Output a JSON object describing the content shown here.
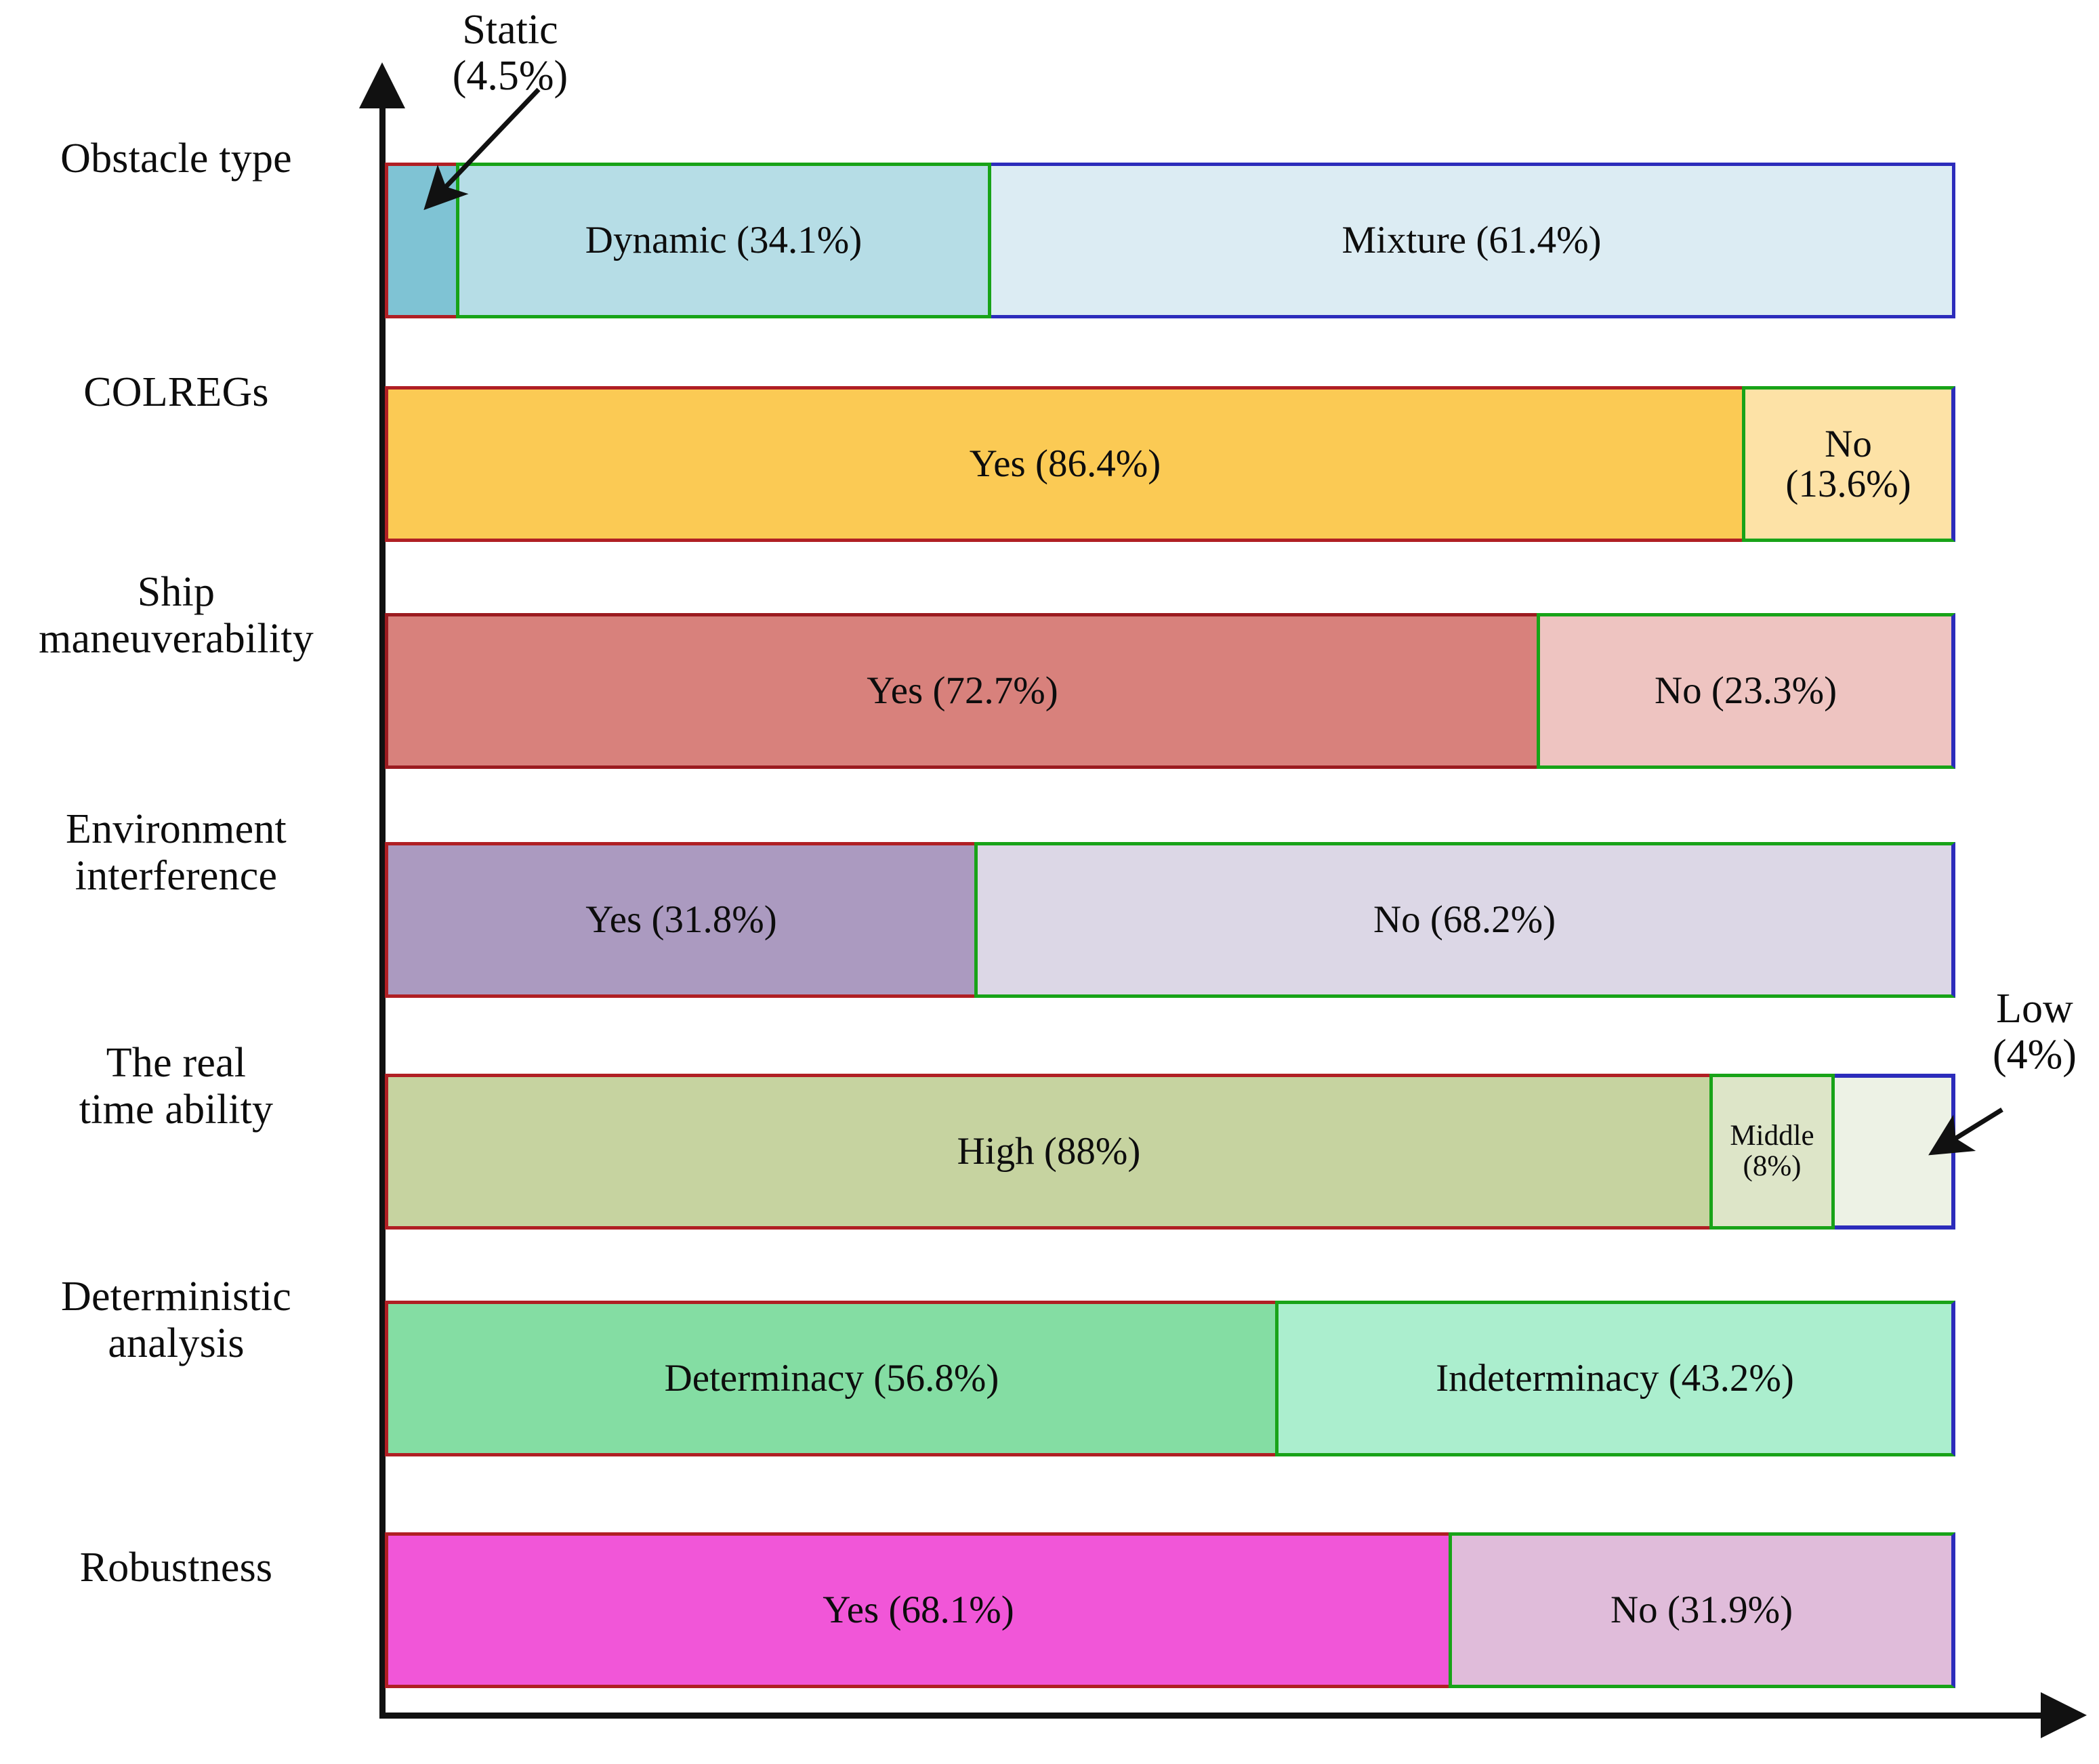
{
  "chart_data": {
    "type": "bar",
    "orientation": "horizontal",
    "stacked": true,
    "title": "",
    "xlabel": "",
    "ylabel": "",
    "grid": false,
    "legend": "none",
    "xlim": [
      0,
      100
    ],
    "axis": {
      "y_arrow": "up",
      "x_arrow": "right"
    },
    "categories": [
      "Obstacle type",
      "COLREGs",
      "Ship\nmaneuverability",
      "Environment\ninterference",
      "The real\ntime ability",
      "Deterministic\nanalysis",
      "Robustness"
    ],
    "rows": [
      {
        "category": "Obstacle type",
        "category_lines": [
          "Obstacle type"
        ],
        "segments": [
          {
            "name": "Static",
            "value": 4.5,
            "label": "Static (4.5%)",
            "inside_label": "",
            "fill": "#7fc3d4",
            "border": "#b01f24",
            "callout": true
          },
          {
            "name": "Dynamic",
            "value": 34.1,
            "label": "Dynamic (34.1%)",
            "inside_label": "Dynamic (34.1%)",
            "fill": "#b6dde6",
            "border": "#18a318",
            "callout": false
          },
          {
            "name": "Mixture",
            "value": 61.4,
            "label": "Mixture (61.4%)",
            "inside_label": "Mixture (61.4%)",
            "fill": "#dcecf3",
            "border": "#2c2cbb",
            "callout": false
          }
        ]
      },
      {
        "category": "COLREGs",
        "category_lines": [
          "COLREGs"
        ],
        "segments": [
          {
            "name": "Yes",
            "value": 86.4,
            "label": "Yes (86.4%)",
            "inside_label": "Yes (86.4%)",
            "fill": "#fbca54",
            "border": "#b01f24",
            "callout": false
          },
          {
            "name": "No",
            "value": 13.6,
            "label": "No (13.6%)",
            "inside_label": "No\n(13.6%)",
            "fill": "#fde2a6",
            "border": "#18a318",
            "callout": false
          }
        ]
      },
      {
        "category": "Ship maneuverability",
        "category_lines": [
          "Ship",
          "maneuverability"
        ],
        "segments": [
          {
            "name": "Yes",
            "value": 72.7,
            "label": "Yes (72.7%)",
            "inside_label": "Yes (72.7%)",
            "fill": "#d8817c",
            "border": "#9b1b20",
            "callout": false
          },
          {
            "name": "No",
            "value": 23.3,
            "label": "No (23.3%)",
            "inside_label": "No (23.3%)",
            "fill": "#eec4c1",
            "border": "#18a318",
            "callout": false
          }
        ]
      },
      {
        "category": "Environment interference",
        "category_lines": [
          "Environment",
          "interference"
        ],
        "segments": [
          {
            "name": "Yes",
            "value": 31.8,
            "label": "Yes (31.8%)",
            "inside_label": "Yes (31.8%)",
            "fill": "#ab9ac0",
            "border": "#b01f24",
            "callout": false
          },
          {
            "name": "No",
            "value": 68.2,
            "label": "No (68.2%)",
            "inside_label": "No (68.2%)",
            "fill": "#dcd7e6",
            "border": "#18a318",
            "callout": false
          }
        ]
      },
      {
        "category": "The real time ability",
        "category_lines": [
          "The real",
          "time ability"
        ],
        "segments": [
          {
            "name": "High",
            "value": 88,
            "label": "High (88%)",
            "inside_label": "High (88%)",
            "fill": "#c6d3a0",
            "border": "#b01f24",
            "callout": false
          },
          {
            "name": "Middle",
            "value": 8,
            "label": "Middle (8%)",
            "inside_label": "Middle\n(8%)",
            "fill": "#dde5c8",
            "border": "#18a318",
            "callout": false
          },
          {
            "name": "Low",
            "value": 4,
            "label": "Low (4%)",
            "inside_label": "",
            "fill": "#edf2e5",
            "border": "#2c2cbb",
            "callout": true
          }
        ]
      },
      {
        "category": "Deterministic analysis",
        "category_lines": [
          "Deterministic",
          "analysis"
        ],
        "segments": [
          {
            "name": "Determinacy",
            "value": 56.8,
            "label": "Determinacy (56.8%)",
            "inside_label": "Determinacy (56.8%)",
            "fill": "#84dda3",
            "border": "#b01f24",
            "callout": false
          },
          {
            "name": "Indeterminacy",
            "value": 43.2,
            "label": "Indeterminacy (43.2%)",
            "inside_label": "Indeterminacy (43.2%)",
            "fill": "#abeece",
            "border": "#18a318",
            "callout": false
          }
        ]
      },
      {
        "category": "Robustness",
        "category_lines": [
          "Robustness"
        ],
        "segments": [
          {
            "name": "Yes",
            "value": 68.1,
            "label": "Yes (68.1%)",
            "inside_label": "Yes (68.1%)",
            "fill": "#f156d8",
            "border": "#b01f24",
            "callout": false
          },
          {
            "name": "No",
            "value": 31.9,
            "label": "No (31.9%)",
            "inside_label": "No (31.9%)",
            "fill": "#e0bcda",
            "border": "#18a318",
            "callout": false
          }
        ]
      }
    ],
    "callouts": [
      {
        "id": "static",
        "line1": "Static",
        "line2": "(4.5%)",
        "points_to": "Obstacle type / Static segment"
      },
      {
        "id": "low",
        "line1": "Low",
        "line2": "(4%)",
        "points_to": "The real time ability / Low segment"
      }
    ],
    "palette": {
      "border_red": "#b01f24",
      "border_green": "#18a318",
      "border_blue": "#2c2cbb",
      "axis": "#111111",
      "text": "#0d0d0d",
      "background": "#ffffff"
    }
  }
}
